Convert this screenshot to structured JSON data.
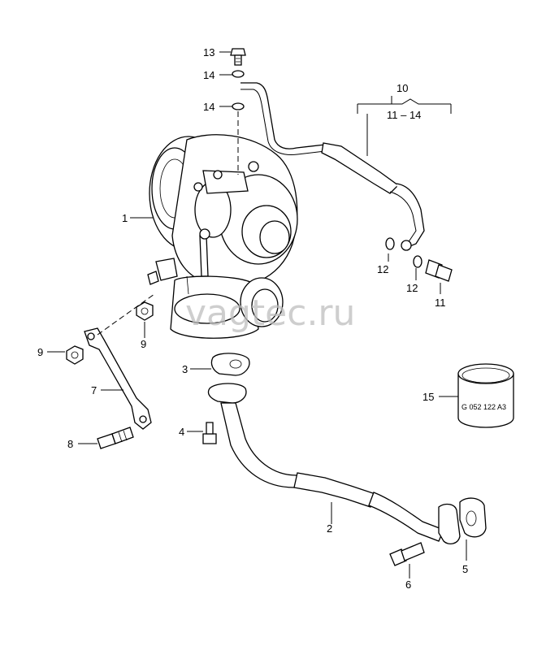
{
  "callouts": {
    "c1": "1",
    "c2": "2",
    "c3": "3",
    "c4": "4",
    "c5": "5",
    "c6": "6",
    "c7": "7",
    "c8": "8",
    "c9a": "9",
    "c9b": "9",
    "c10": "10",
    "c10range": "11 – 14",
    "c11": "11",
    "c12a": "12",
    "c12b": "12",
    "c13": "13",
    "c14a": "14",
    "c14b": "14",
    "c15": "15"
  },
  "sleeve_marking": "G 052 122 A3",
  "watermark": "vagtec.ru"
}
